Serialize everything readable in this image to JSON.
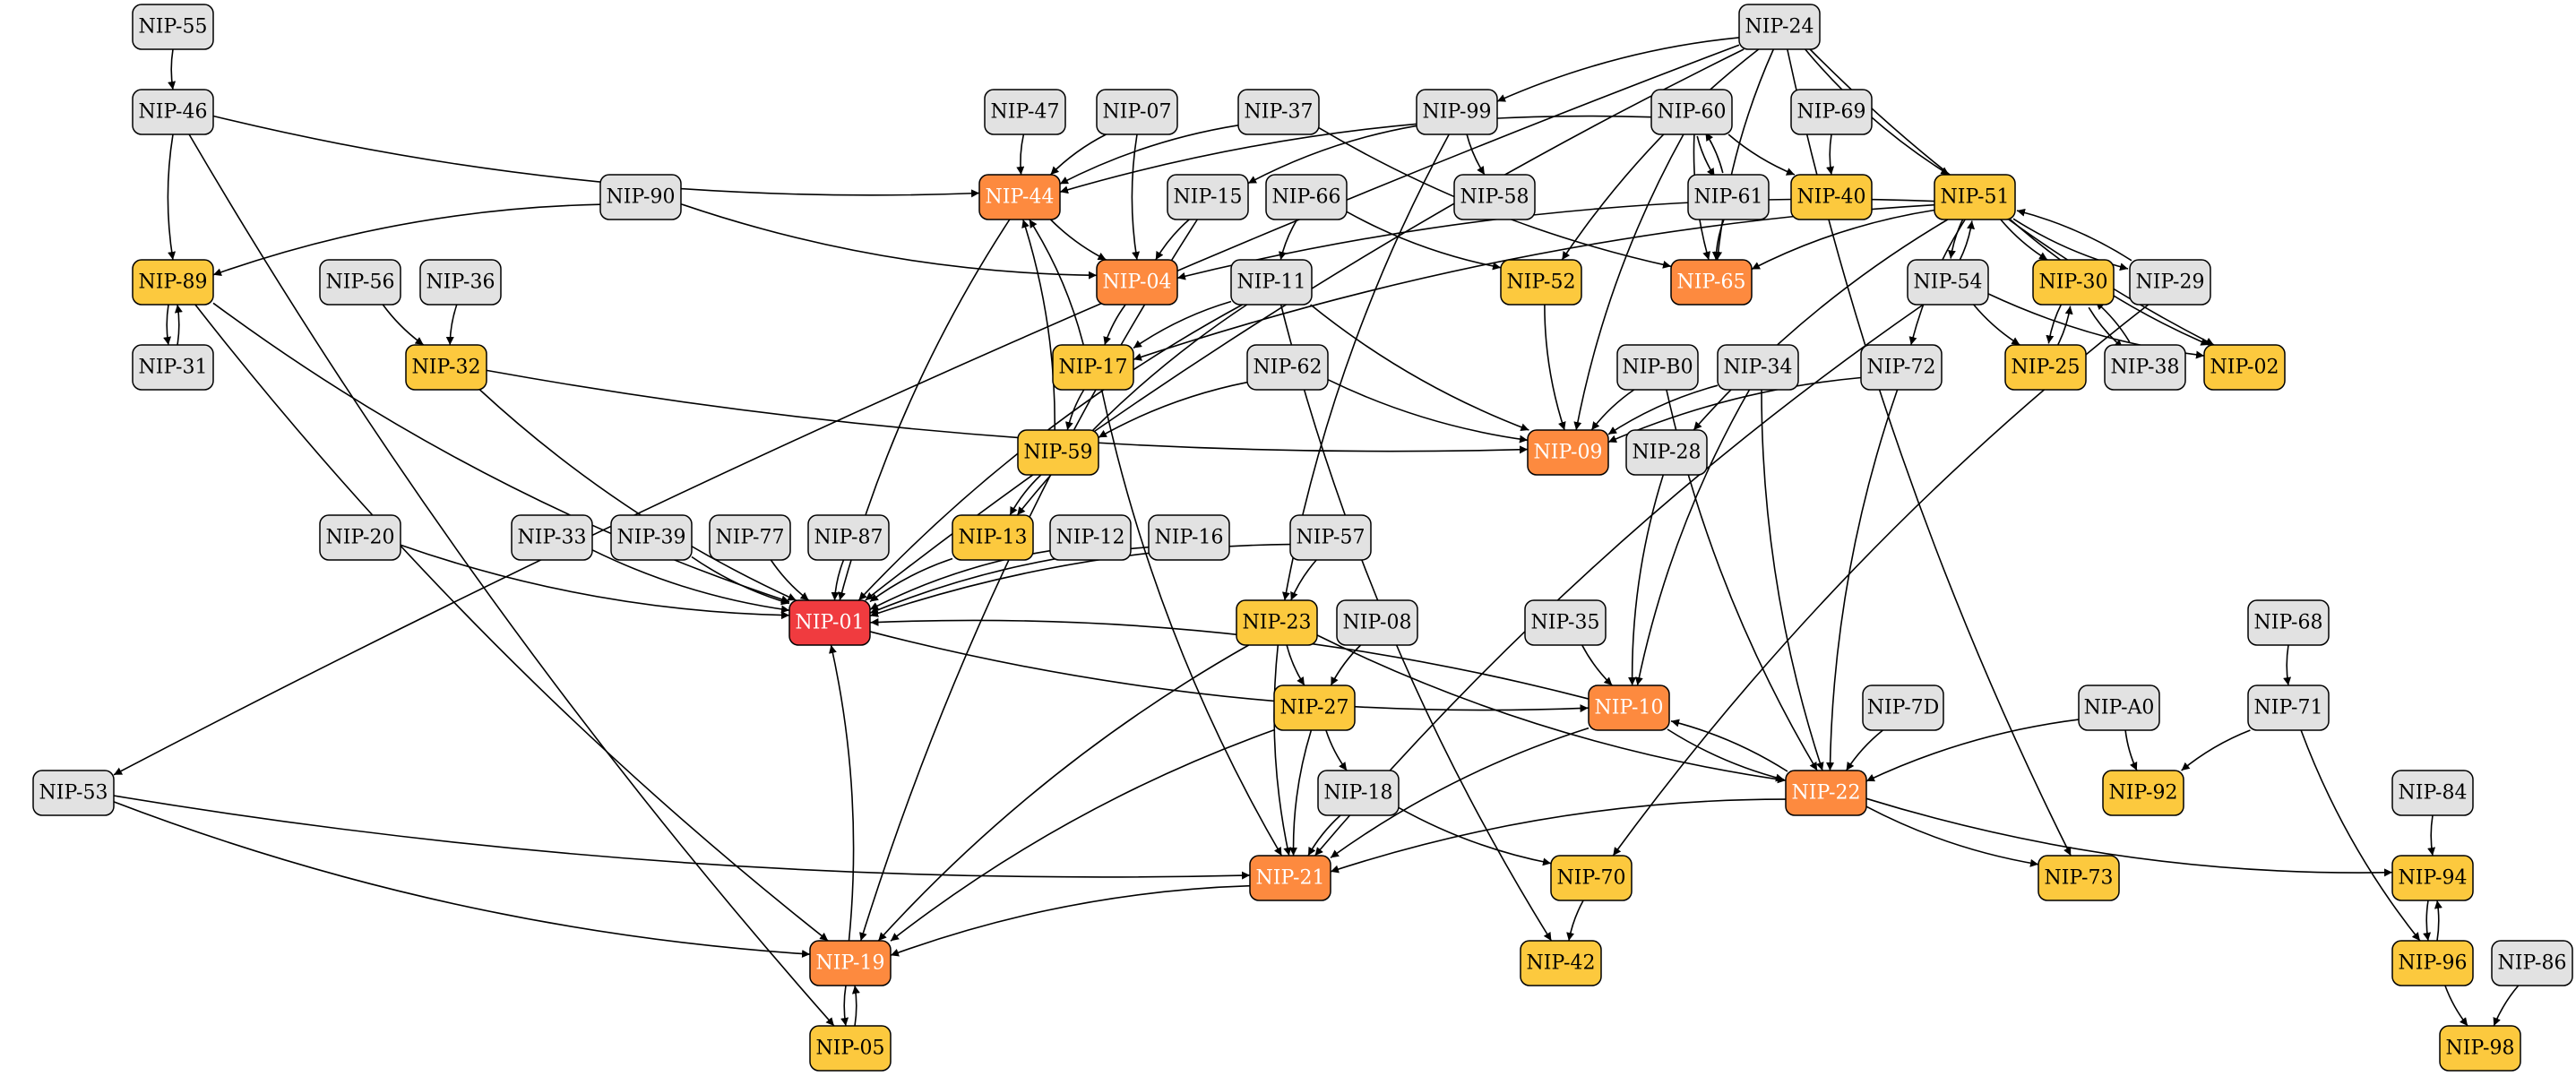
{
  "colors": {
    "gray": "#e2e2e2",
    "yellow": "#fcc93e",
    "orange": "#fd8a3f",
    "red": "#f03b3f",
    "stroke": "#000000",
    "text_dark": "#000000",
    "text_light": "#ffffff"
  },
  "nodes": [
    {
      "id": "NIP-55",
      "color": "gray"
    },
    {
      "id": "NIP-24",
      "color": "gray"
    },
    {
      "id": "NIP-46",
      "color": "gray"
    },
    {
      "id": "NIP-47",
      "color": "gray"
    },
    {
      "id": "NIP-07",
      "color": "gray"
    },
    {
      "id": "NIP-37",
      "color": "gray"
    },
    {
      "id": "NIP-99",
      "color": "gray"
    },
    {
      "id": "NIP-60",
      "color": "gray"
    },
    {
      "id": "NIP-69",
      "color": "gray"
    },
    {
      "id": "NIP-90",
      "color": "gray"
    },
    {
      "id": "NIP-44",
      "color": "orange"
    },
    {
      "id": "NIP-15",
      "color": "gray"
    },
    {
      "id": "NIP-66",
      "color": "gray"
    },
    {
      "id": "NIP-58",
      "color": "gray"
    },
    {
      "id": "NIP-61",
      "color": "gray"
    },
    {
      "id": "NIP-40",
      "color": "yellow"
    },
    {
      "id": "NIP-51",
      "color": "yellow"
    },
    {
      "id": "NIP-89",
      "color": "yellow"
    },
    {
      "id": "NIP-56",
      "color": "gray"
    },
    {
      "id": "NIP-36",
      "color": "gray"
    },
    {
      "id": "NIP-04",
      "color": "orange"
    },
    {
      "id": "NIP-11",
      "color": "gray"
    },
    {
      "id": "NIP-52",
      "color": "yellow"
    },
    {
      "id": "NIP-65",
      "color": "orange"
    },
    {
      "id": "NIP-54",
      "color": "gray"
    },
    {
      "id": "NIP-30",
      "color": "yellow"
    },
    {
      "id": "NIP-29",
      "color": "gray"
    },
    {
      "id": "NIP-31",
      "color": "gray"
    },
    {
      "id": "NIP-32",
      "color": "yellow"
    },
    {
      "id": "NIP-17",
      "color": "yellow"
    },
    {
      "id": "NIP-62",
      "color": "gray"
    },
    {
      "id": "NIP-B0",
      "color": "gray"
    },
    {
      "id": "NIP-34",
      "color": "gray"
    },
    {
      "id": "NIP-72",
      "color": "gray"
    },
    {
      "id": "NIP-25",
      "color": "yellow"
    },
    {
      "id": "NIP-38",
      "color": "gray"
    },
    {
      "id": "NIP-02",
      "color": "yellow"
    },
    {
      "id": "NIP-59",
      "color": "yellow"
    },
    {
      "id": "NIP-09",
      "color": "orange"
    },
    {
      "id": "NIP-28",
      "color": "gray"
    },
    {
      "id": "NIP-20",
      "color": "gray"
    },
    {
      "id": "NIP-33",
      "color": "gray"
    },
    {
      "id": "NIP-39",
      "color": "gray"
    },
    {
      "id": "NIP-77",
      "color": "gray"
    },
    {
      "id": "NIP-87",
      "color": "gray"
    },
    {
      "id": "NIP-13",
      "color": "yellow"
    },
    {
      "id": "NIP-12",
      "color": "gray"
    },
    {
      "id": "NIP-16",
      "color": "gray"
    },
    {
      "id": "NIP-57",
      "color": "gray"
    },
    {
      "id": "NIP-01",
      "color": "red"
    },
    {
      "id": "NIP-23",
      "color": "yellow"
    },
    {
      "id": "NIP-08",
      "color": "gray"
    },
    {
      "id": "NIP-35",
      "color": "gray"
    },
    {
      "id": "NIP-68",
      "color": "gray"
    },
    {
      "id": "NIP-27",
      "color": "yellow"
    },
    {
      "id": "NIP-10",
      "color": "orange"
    },
    {
      "id": "NIP-7D",
      "color": "gray"
    },
    {
      "id": "NIP-A0",
      "color": "gray"
    },
    {
      "id": "NIP-71",
      "color": "gray"
    },
    {
      "id": "NIP-53",
      "color": "gray"
    },
    {
      "id": "NIP-18",
      "color": "gray"
    },
    {
      "id": "NIP-22",
      "color": "orange"
    },
    {
      "id": "NIP-92",
      "color": "yellow"
    },
    {
      "id": "NIP-84",
      "color": "gray"
    },
    {
      "id": "NIP-21",
      "color": "orange"
    },
    {
      "id": "NIP-70",
      "color": "yellow"
    },
    {
      "id": "NIP-73",
      "color": "yellow"
    },
    {
      "id": "NIP-94",
      "color": "yellow"
    },
    {
      "id": "NIP-19",
      "color": "orange"
    },
    {
      "id": "NIP-42",
      "color": "yellow"
    },
    {
      "id": "NIP-96",
      "color": "yellow"
    },
    {
      "id": "NIP-86",
      "color": "gray"
    },
    {
      "id": "NIP-05",
      "color": "yellow"
    },
    {
      "id": "NIP-98",
      "color": "yellow"
    }
  ],
  "edges": [
    [
      "NIP-55",
      "NIP-46"
    ],
    [
      "NIP-46",
      "NIP-89"
    ],
    [
      "NIP-46",
      "NIP-44"
    ],
    [
      "NIP-46",
      "NIP-05"
    ],
    [
      "NIP-24",
      "NIP-53"
    ],
    [
      "NIP-24",
      "NIP-01"
    ],
    [
      "NIP-24",
      "NIP-99"
    ],
    [
      "NIP-24",
      "NIP-52"
    ],
    [
      "NIP-24",
      "NIP-51"
    ],
    [
      "NIP-24",
      "NIP-65"
    ],
    [
      "NIP-24",
      "NIP-02"
    ],
    [
      "NIP-24",
      "NIP-73"
    ],
    [
      "NIP-47",
      "NIP-44"
    ],
    [
      "NIP-07",
      "NIP-44"
    ],
    [
      "NIP-07",
      "NIP-04"
    ],
    [
      "NIP-37",
      "NIP-44"
    ],
    [
      "NIP-37",
      "NIP-65"
    ],
    [
      "NIP-99",
      "NIP-15"
    ],
    [
      "NIP-99",
      "NIP-58"
    ],
    [
      "NIP-99",
      "NIP-23"
    ],
    [
      "NIP-60",
      "NIP-44"
    ],
    [
      "NIP-60",
      "NIP-40"
    ],
    [
      "NIP-60",
      "NIP-61"
    ],
    [
      "NIP-60",
      "NIP-65"
    ],
    [
      "NIP-60",
      "NIP-09"
    ],
    [
      "NIP-61",
      "NIP-60"
    ],
    [
      "NIP-61",
      "NIP-65"
    ],
    [
      "NIP-69",
      "NIP-40"
    ],
    [
      "NIP-90",
      "NIP-89"
    ],
    [
      "NIP-90",
      "NIP-04"
    ],
    [
      "NIP-44",
      "NIP-04"
    ],
    [
      "NIP-44",
      "NIP-01"
    ],
    [
      "NIP-15",
      "NIP-04"
    ],
    [
      "NIP-15",
      "NIP-19"
    ],
    [
      "NIP-66",
      "NIP-11"
    ],
    [
      "NIP-66",
      "NIP-52"
    ],
    [
      "NIP-51",
      "NIP-04"
    ],
    [
      "NIP-51",
      "NIP-65"
    ],
    [
      "NIP-51",
      "NIP-17"
    ],
    [
      "NIP-51",
      "NIP-54"
    ],
    [
      "NIP-51",
      "NIP-30"
    ],
    [
      "NIP-51",
      "NIP-29"
    ],
    [
      "NIP-51",
      "NIP-02"
    ],
    [
      "NIP-51",
      "NIP-72"
    ],
    [
      "NIP-51",
      "NIP-28"
    ],
    [
      "NIP-54",
      "NIP-51"
    ],
    [
      "NIP-54",
      "NIP-25"
    ],
    [
      "NIP-54",
      "NIP-02"
    ],
    [
      "NIP-54",
      "NIP-21"
    ],
    [
      "NIP-29",
      "NIP-51"
    ],
    [
      "NIP-29",
      "NIP-70"
    ],
    [
      "NIP-30",
      "NIP-25"
    ],
    [
      "NIP-30",
      "NIP-38"
    ],
    [
      "NIP-25",
      "NIP-30"
    ],
    [
      "NIP-38",
      "NIP-30"
    ],
    [
      "NIP-89",
      "NIP-31"
    ],
    [
      "NIP-31",
      "NIP-89"
    ],
    [
      "NIP-89",
      "NIP-01"
    ],
    [
      "NIP-89",
      "NIP-19"
    ],
    [
      "NIP-56",
      "NIP-32"
    ],
    [
      "NIP-36",
      "NIP-32"
    ],
    [
      "NIP-32",
      "NIP-09"
    ],
    [
      "NIP-32",
      "NIP-01"
    ],
    [
      "NIP-04",
      "NIP-17"
    ],
    [
      "NIP-11",
      "NIP-17"
    ],
    [
      "NIP-11",
      "NIP-13"
    ],
    [
      "NIP-11",
      "NIP-01"
    ],
    [
      "NIP-11",
      "NIP-09"
    ],
    [
      "NIP-11",
      "NIP-42"
    ],
    [
      "NIP-52",
      "NIP-09"
    ],
    [
      "NIP-17",
      "NIP-44"
    ],
    [
      "NIP-17",
      "NIP-59"
    ],
    [
      "NIP-17",
      "NIP-21"
    ],
    [
      "NIP-59",
      "NIP-44"
    ],
    [
      "NIP-59",
      "NIP-13"
    ],
    [
      "NIP-62",
      "NIP-59"
    ],
    [
      "NIP-62",
      "NIP-09"
    ],
    [
      "NIP-B0",
      "NIP-09"
    ],
    [
      "NIP-B0",
      "NIP-22"
    ],
    [
      "NIP-34",
      "NIP-09"
    ],
    [
      "NIP-34",
      "NIP-10"
    ],
    [
      "NIP-34",
      "NIP-22"
    ],
    [
      "NIP-72",
      "NIP-09"
    ],
    [
      "NIP-72",
      "NIP-22"
    ],
    [
      "NIP-28",
      "NIP-10"
    ],
    [
      "NIP-20",
      "NIP-01"
    ],
    [
      "NIP-33",
      "NIP-01"
    ],
    [
      "NIP-39",
      "NIP-01"
    ],
    [
      "NIP-77",
      "NIP-01"
    ],
    [
      "NIP-87",
      "NIP-01"
    ],
    [
      "NIP-13",
      "NIP-01"
    ],
    [
      "NIP-12",
      "NIP-01"
    ],
    [
      "NIP-16",
      "NIP-01"
    ],
    [
      "NIP-57",
      "NIP-01"
    ],
    [
      "NIP-57",
      "NIP-23"
    ],
    [
      "NIP-23",
      "NIP-27"
    ],
    [
      "NIP-23",
      "NIP-21"
    ],
    [
      "NIP-23",
      "NIP-19"
    ],
    [
      "NIP-23",
      "NIP-22"
    ],
    [
      "NIP-08",
      "NIP-27"
    ],
    [
      "NIP-35",
      "NIP-10"
    ],
    [
      "NIP-27",
      "NIP-18"
    ],
    [
      "NIP-27",
      "NIP-21"
    ],
    [
      "NIP-27",
      "NIP-19"
    ],
    [
      "NIP-10",
      "NIP-01"
    ],
    [
      "NIP-01",
      "NIP-10"
    ],
    [
      "NIP-10",
      "NIP-22"
    ],
    [
      "NIP-22",
      "NIP-10"
    ],
    [
      "NIP-10",
      "NIP-21"
    ],
    [
      "NIP-7D",
      "NIP-22"
    ],
    [
      "NIP-A0",
      "NIP-22"
    ],
    [
      "NIP-A0",
      "NIP-92"
    ],
    [
      "NIP-68",
      "NIP-71"
    ],
    [
      "NIP-71",
      "NIP-92"
    ],
    [
      "NIP-71",
      "NIP-96"
    ],
    [
      "NIP-53",
      "NIP-21"
    ],
    [
      "NIP-53",
      "NIP-19"
    ],
    [
      "NIP-18",
      "NIP-21"
    ],
    [
      "NIP-18",
      "NIP-70"
    ],
    [
      "NIP-22",
      "NIP-21"
    ],
    [
      "NIP-22",
      "NIP-73"
    ],
    [
      "NIP-22",
      "NIP-94"
    ],
    [
      "NIP-21",
      "NIP-19"
    ],
    [
      "NIP-19",
      "NIP-01"
    ],
    [
      "NIP-19",
      "NIP-05"
    ],
    [
      "NIP-05",
      "NIP-19"
    ],
    [
      "NIP-70",
      "NIP-42"
    ],
    [
      "NIP-84",
      "NIP-94"
    ],
    [
      "NIP-94",
      "NIP-96"
    ],
    [
      "NIP-96",
      "NIP-94"
    ],
    [
      "NIP-96",
      "NIP-98"
    ],
    [
      "NIP-86",
      "NIP-98"
    ]
  ]
}
